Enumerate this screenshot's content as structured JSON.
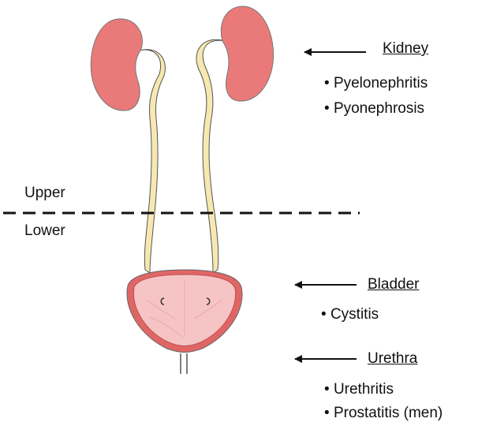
{
  "zones": {
    "upper": "Upper",
    "lower": "Lower"
  },
  "organs": {
    "kidney": {
      "label": "Kidney",
      "conditions": [
        "Pyelonephritis",
        "Pyonephrosis"
      ]
    },
    "bladder": {
      "label": "Bladder",
      "conditions": [
        "Cystitis"
      ]
    },
    "urethra": {
      "label": "Urethra",
      "conditions": [
        "Urethritis",
        "Prostatitis (men)"
      ]
    }
  },
  "colors": {
    "kidney": "#ea7a7a",
    "ureter": "#f6e8b0",
    "bladder_wall": "#e06666",
    "bladder_inner": "#f6c4c4",
    "ink": "#111111"
  }
}
